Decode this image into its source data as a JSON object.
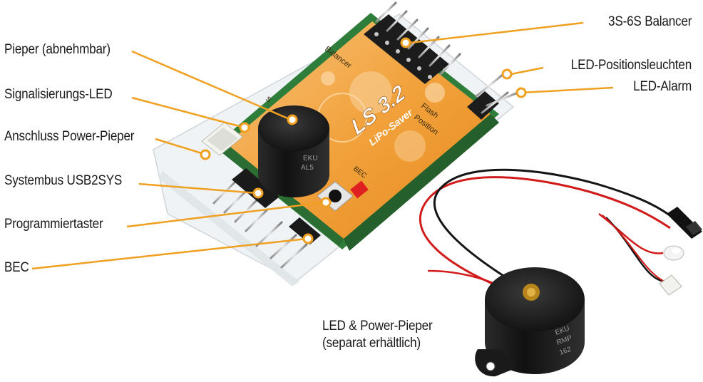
{
  "labels": {
    "balancer": "3S-6S Balancer",
    "pieper": "Pieper (abnehmbar)",
    "led_position": "LED-Positionsleuchten",
    "led_alarm": "LED-Alarm",
    "signal_led": "Signalisierungs-LED",
    "anschluss": "Anschluss Power-Pieper",
    "systembus": "Systembus USB2SYS",
    "programmiertaster": "Programmiertaster",
    "bec": "BEC",
    "power_pieper_line1": "LED & Power-Pieper",
    "power_pieper_line2": "(separat erhältlich)"
  },
  "board": {
    "model": "LS 3.2",
    "subtitle": "LiPo-Saver",
    "silk_balancer": "Balancer",
    "silk_flash": "Flash",
    "silk_position": "Position",
    "silk_bec": "BEC",
    "silk_s": "S"
  },
  "buzzer_marking": {
    "line1": "EKU",
    "line2": "AL5"
  },
  "power_buzzer_marking": {
    "line1": "EKU",
    "line2": "RMP",
    "line3": "162"
  },
  "colors": {
    "callout": "#f0a020",
    "pcb_orange": "#f2a23c",
    "pcb_green": "#2f7d3a",
    "wire_red": "#d11a1a",
    "wire_black": "#151515"
  }
}
